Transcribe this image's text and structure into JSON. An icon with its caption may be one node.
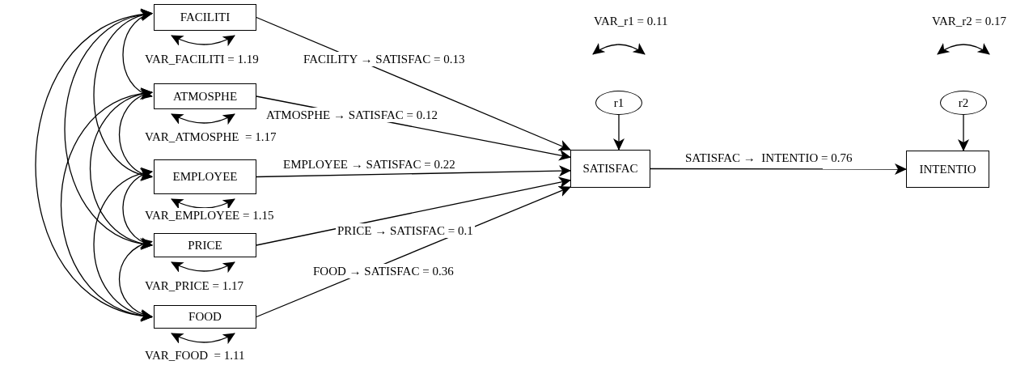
{
  "diagram": {
    "nodes": [
      {
        "text": [
          "FACILITI"
        ]
      },
      {
        "text": [
          "ATMOSPHE"
        ]
      },
      {
        "text": [
          "EMPLOYEE"
        ]
      },
      {
        "text": [
          "PRICE"
        ]
      },
      {
        "text": [
          "FOOD"
        ]
      },
      {
        "text": [
          "SATISFAC"
        ]
      },
      {
        "text": [
          "INTENTIO"
        ]
      },
      {
        "text": [
          "r1"
        ]
      },
      {
        "text": [
          "r2"
        ]
      }
    ],
    "edges": [
      {
        "from": 0,
        "to": 5,
        "arrow": "to",
        "label": "FACILITY → SATISFAC = 0.13"
      },
      {
        "from": 1,
        "to": 5,
        "arrow": "to",
        "label": "ATMOSPHE → SATISFAC = 0.12"
      },
      {
        "from": 2,
        "to": 5,
        "arrow": "to",
        "label": "EMPLOYEE → SATISFAC = 0.22"
      },
      {
        "from": 3,
        "to": 5,
        "arrow": "to",
        "label": "PRICE → SATISFAC = 0.1"
      },
      {
        "from": 4,
        "to": 5,
        "arrow": "to",
        "label": "FOOD → SATISFAC = 0.36"
      },
      {
        "from": 5,
        "to": 6,
        "arrow": "to",
        "label": "SATISFAC →  INTENTIO = 0.76"
      },
      {
        "from": 7,
        "to": 5,
        "arrow": "to"
      },
      {
        "from": 8,
        "to": 6,
        "arrow": "to"
      },
      {
        "from": 0,
        "to": 0,
        "arrow": "both",
        "label": "VAR_FACILITI = 1.19"
      },
      {
        "from": 1,
        "to": 1,
        "arrow": "both",
        "label": "VAR_ATMOSPHE  = 1.17"
      },
      {
        "from": 2,
        "to": 2,
        "arrow": "both",
        "label": "VAR_EMPLOYEE = 1.15"
      },
      {
        "from": 3,
        "to": 3,
        "arrow": "both",
        "label": "VAR_PRICE = 1.17"
      },
      {
        "from": 4,
        "to": 4,
        "arrow": "both",
        "label": "VAR_FOOD  = 1.11"
      },
      {
        "from": 7,
        "to": 7,
        "arrow": "both",
        "label": "VAR_r1 = 0.11"
      },
      {
        "from": 8,
        "to": 8,
        "arrow": "both",
        "label": "VAR_r2 = 0.17"
      },
      {
        "from": 0,
        "to": 1,
        "arrow": "both"
      },
      {
        "from": 0,
        "to": 2,
        "arrow": "both"
      },
      {
        "from": 0,
        "to": 3,
        "arrow": "both"
      },
      {
        "from": 0,
        "to": 4,
        "arrow": "both"
      },
      {
        "from": 1,
        "to": 2,
        "arrow": "both"
      },
      {
        "from": 1,
        "to": 3,
        "arrow": "both"
      },
      {
        "from": 1,
        "to": 4,
        "arrow": "both"
      },
      {
        "from": 2,
        "to": 3,
        "arrow": "both"
      },
      {
        "from": 2,
        "to": 4,
        "arrow": "both"
      },
      {
        "from": 3,
        "to": 4,
        "arrow": "both"
      }
    ]
  }
}
